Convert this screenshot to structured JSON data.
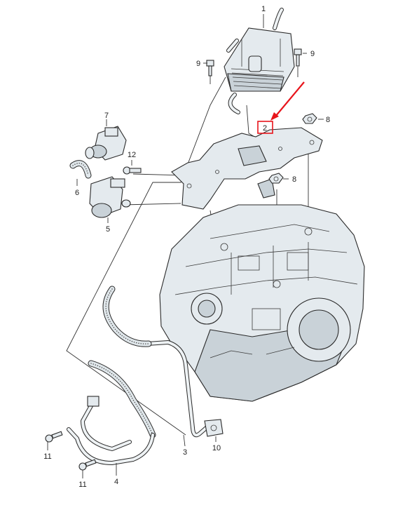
{
  "parts": [
    {
      "id": "p1",
      "number": "1",
      "name": "oil-cooler"
    },
    {
      "id": "p2",
      "number": "2",
      "name": "bracket",
      "highlighted": true
    },
    {
      "id": "p3",
      "number": "3",
      "name": "pipe"
    },
    {
      "id": "p4",
      "number": "4",
      "name": "pipe"
    },
    {
      "id": "p5",
      "number": "5",
      "name": "valve"
    },
    {
      "id": "p6",
      "number": "6",
      "name": "hose"
    },
    {
      "id": "p7",
      "number": "7",
      "name": "valve"
    },
    {
      "id": "p8a",
      "number": "8",
      "name": "nut"
    },
    {
      "id": "p8b",
      "number": "8",
      "name": "nut"
    },
    {
      "id": "p9a",
      "number": "9",
      "name": "bolt"
    },
    {
      "id": "p9b",
      "number": "9",
      "name": "bolt"
    },
    {
      "id": "p10",
      "number": "10",
      "name": "clip"
    },
    {
      "id": "p11a",
      "number": "11",
      "name": "bolt"
    },
    {
      "id": "p11b",
      "number": "11",
      "name": "bolt"
    },
    {
      "id": "p12",
      "number": "12",
      "name": "bolt"
    }
  ],
  "colors": {
    "highlight": "#e8141b",
    "line": "#2a2a2a",
    "part_fill": "#e4eaee"
  }
}
